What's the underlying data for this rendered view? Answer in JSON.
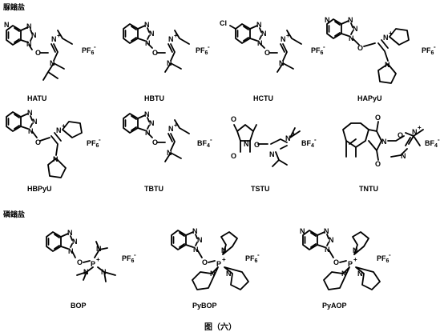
{
  "sections": {
    "uronium": "脲鎓盐",
    "phosphonium": "磷鎓盐"
  },
  "caption": "图（六）",
  "compounds": {
    "hatu": {
      "name": "HATU",
      "counterion": "PF6",
      "charge": "-"
    },
    "hbtu": {
      "name": "HBTU",
      "counterion": "PF6",
      "charge": "-"
    },
    "hctu": {
      "name": "HCTU",
      "counterion": "PF6",
      "charge": "-",
      "substituent": "Cl"
    },
    "hapyu": {
      "name": "HAPyU",
      "counterion": "PF6",
      "charge": "-"
    },
    "hbpyu": {
      "name": "HBPyU",
      "counterion": "PF6",
      "charge": "-"
    },
    "tbtu": {
      "name": "TBTU",
      "counterion": "BF4",
      "charge": "-"
    },
    "tstu": {
      "name": "TSTU",
      "counterion": "BF4",
      "charge": "-"
    },
    "tntu": {
      "name": "TNTU",
      "counterion": "BF4",
      "charge": "-"
    },
    "bop": {
      "name": "BOP",
      "counterion": "PF6",
      "charge": "-"
    },
    "pybop": {
      "name": "PyBOP",
      "counterion": "PF6",
      "charge": "-"
    },
    "pyaop": {
      "name": "PyAOP",
      "counterion": "PF6",
      "charge": "-"
    }
  },
  "atoms": {
    "N": "N",
    "O": "O",
    "P": "P",
    "Cl": "Cl",
    "plus": "+"
  }
}
